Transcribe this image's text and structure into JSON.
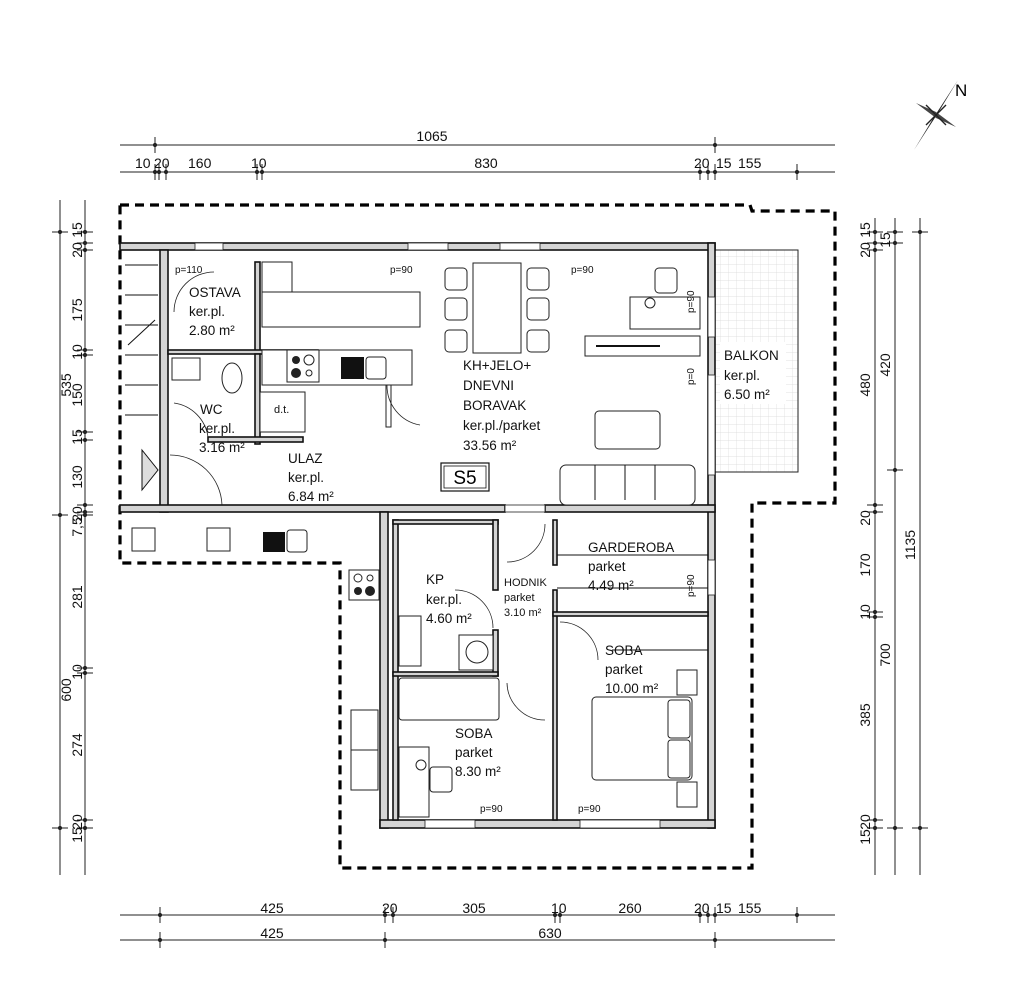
{
  "plan": {
    "unit_code": "S5",
    "north_label": "N",
    "rooms": {
      "ostava": {
        "name": "OSTAVA",
        "floor": "ker.pl.",
        "area": "2.80 m²"
      },
      "wc": {
        "name": "WC",
        "floor": "ker.pl.",
        "area": "3.16 m²"
      },
      "ulaz": {
        "name": "ULAZ",
        "floor": "ker.pl.",
        "area": "6.84 m²"
      },
      "dnevni": {
        "name1": "KH+JELO+",
        "name2": "DNEVNI",
        "name3": "BORAVAK",
        "floor": "ker.pl./parket",
        "area": "33.56 m²"
      },
      "balkon": {
        "name": "BALKON",
        "floor": "ker.pl.",
        "area": "6.50 m²"
      },
      "garderoba": {
        "name": "GARDEROBA",
        "floor": "parket",
        "area": "4.49 m²"
      },
      "kp": {
        "name": "KP",
        "floor": "ker.pl.",
        "area": "4.60 m²"
      },
      "hodnik": {
        "name": "HODNIK",
        "floor": "parket",
        "area": "3.10 m²"
      },
      "soba1": {
        "name": "SOBA",
        "floor": "parket",
        "area": "10.00 m²"
      },
      "soba2": {
        "name": "SOBA",
        "floor": "parket",
        "area": "8.30 m²"
      }
    },
    "fixture_label": "d.t.",
    "sill_heights": [
      "p=110",
      "p=90",
      "p=90",
      "p=90",
      "p=0",
      "p=90",
      "p=90",
      "p=90"
    ],
    "dims": {
      "top_total": "1065",
      "top": [
        "10",
        "20",
        "160",
        "10",
        "830",
        "20",
        "15",
        "155"
      ],
      "bottom1": [
        "425",
        "20",
        "305",
        "10",
        "260",
        "20",
        "15",
        "155"
      ],
      "bottom2": [
        "425",
        "630"
      ],
      "left_total": [
        "535",
        "600"
      ],
      "left": [
        "15",
        "20",
        "175",
        "10",
        "150",
        "15",
        "130",
        "20",
        "7,5",
        "281",
        "10",
        "274",
        "20",
        "15"
      ],
      "right1": [
        "15",
        "20",
        "480",
        "20",
        "170",
        "10",
        "385",
        "20",
        "15"
      ],
      "right2": [
        "15",
        "420",
        "700"
      ],
      "right3": [
        "1135"
      ]
    }
  }
}
